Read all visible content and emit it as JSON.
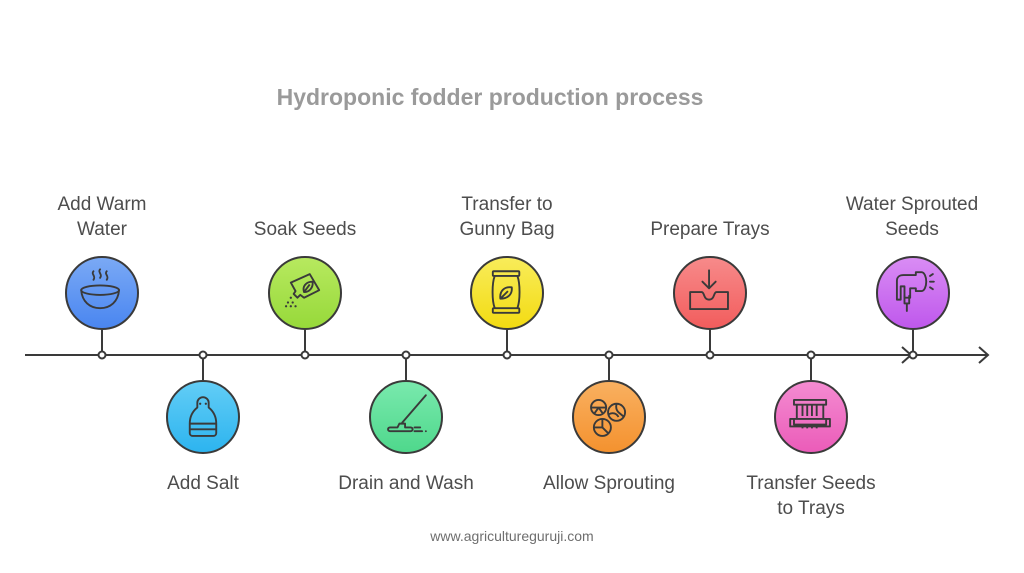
{
  "title": "Hydroponic fodder production process",
  "footer": "www.agricultureguruji.com",
  "steps": [
    {
      "label": "Add Warm Water",
      "line1": "Add Warm",
      "line2": "Water",
      "icon": "steaming-bowl-icon",
      "color": "#5b93f2",
      "position": "top"
    },
    {
      "label": "Add Salt",
      "line1": "Add Salt",
      "line2": "",
      "icon": "salt-shaker-icon",
      "color": "#41bff2",
      "position": "bottom"
    },
    {
      "label": "Soak Seeds",
      "line1": "Soak Seeds",
      "line2": "",
      "icon": "seed-packet-icon",
      "color": "#a6e24a",
      "position": "top"
    },
    {
      "label": "Drain and Wash",
      "line1": "Drain and Wash",
      "line2": "",
      "icon": "mop-icon",
      "color": "#5fe09a",
      "position": "bottom"
    },
    {
      "label": "Transfer to Gunny Bag",
      "line1": "Transfer to",
      "line2": "Gunny Bag",
      "icon": "seed-bag-icon",
      "color": "#f6e52a",
      "position": "top"
    },
    {
      "label": "Allow Sprouting",
      "line1": "Allow Sprouting",
      "line2": "",
      "icon": "sprouting-seeds-icon",
      "color": "#f7a04a",
      "position": "bottom"
    },
    {
      "label": "Prepare Trays",
      "line1": "Prepare Trays",
      "line2": "",
      "icon": "tray-download-icon",
      "color": "#f56a6a",
      "position": "top"
    },
    {
      "label": "Transfer Seeds to Trays",
      "line1": "Transfer Seeds",
      "line2": "to Trays",
      "icon": "seed-tray-icon",
      "color": "#ef6fc4",
      "position": "bottom"
    },
    {
      "label": "Water Sprouted Seeds",
      "line1": "Water Sprouted",
      "line2": "Seeds",
      "icon": "spray-nozzle-icon",
      "color": "#c96af0",
      "position": "top"
    }
  ],
  "colors": {
    "line": "#3a3a3a",
    "title": "#9a9a9a",
    "label": "#4d4d4d"
  }
}
